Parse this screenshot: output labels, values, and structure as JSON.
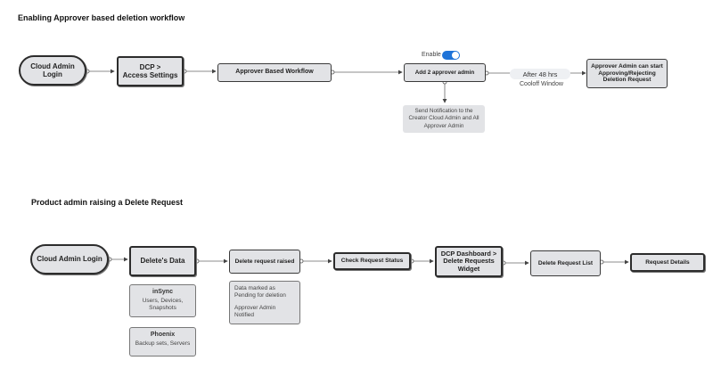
{
  "section1": {
    "title": "Enabling Approver based deletion workflow",
    "nodes": {
      "cloud_admin_login": "Cloud Admin Login",
      "dcp_access": "DCP >\nAccess Settings",
      "approver_workflow": "Approver Based Workflow",
      "add_approver": "Add 2 approver admin",
      "approver_start": "Approver Admin can start\nApproving/Rejecting\nDeletion Request"
    },
    "toggle_label": "Enable",
    "toggle_on": true,
    "wait_label": "After 48 hrs",
    "cooloff_label": "Cooloff Window",
    "notification": "Send Notification to the\nCreator Cloud Admin and All\nApprover Admin"
  },
  "section2": {
    "title": "Product admin raising a Delete Request",
    "nodes": {
      "cloud_admin_login": "Cloud Admin Login",
      "deletes_data": "Delete's Data",
      "delete_raised": "Delete request raised",
      "check_status": "Check Request Status",
      "dcp_dashboard": "DCP Dashboard >\nDelete Requests\nWidget",
      "request_list": "Delete Request List",
      "request_details": "Request Details"
    },
    "insync": {
      "title": "inSync",
      "items": "Users, Devices,\nSnapshots"
    },
    "phoenix": {
      "title": "Phoenix",
      "items": "Backup sets, Servers"
    },
    "pending_note": "Data marked as\nPending for deletion",
    "notified_note": "Approver Admin\nNotified"
  },
  "colors": {
    "node_fill": "#e2e3e6",
    "border": "#3a3a3a",
    "toggle": "#1e73d8"
  }
}
